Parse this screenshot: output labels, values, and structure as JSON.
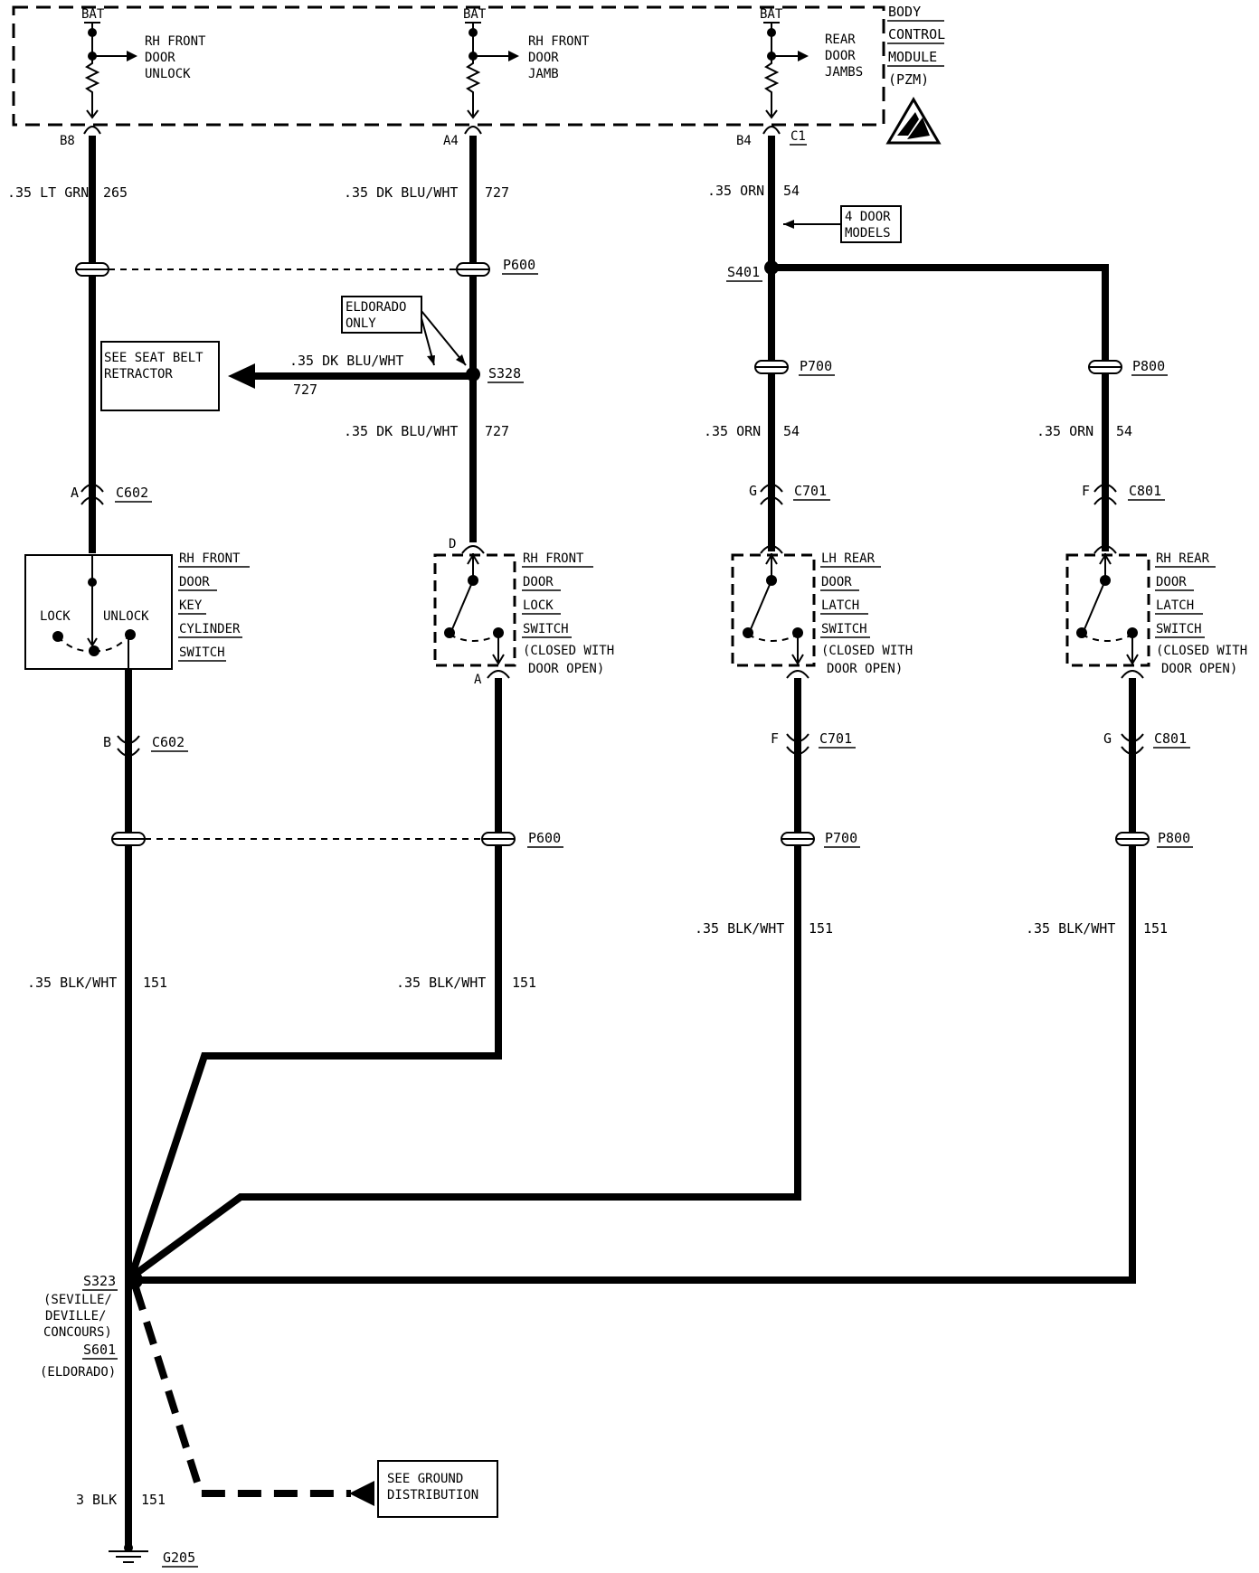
{
  "module": {
    "name_lines": [
      "BODY",
      "CONTROL",
      "MODULE",
      "(PZM)"
    ],
    "bat_label": "BAT",
    "inputs": [
      {
        "lines": [
          "RH FRONT",
          "DOOR",
          "UNLOCK"
        ],
        "pin": "B8"
      },
      {
        "lines": [
          "RH FRONT",
          "DOOR",
          "JAMB"
        ],
        "pin": "A4"
      },
      {
        "lines": [
          "REAR",
          "DOOR",
          "JAMBS"
        ],
        "pin": "B4",
        "connector": "C1"
      }
    ]
  },
  "wires": {
    "w265": {
      "color": ".35 LT GRN",
      "circuit": "265"
    },
    "w727_top": {
      "color": ".35 DK BLU/WHT",
      "circuit": "727"
    },
    "w727_branch": {
      "color": ".35 DK BLU/WHT",
      "circuit": "727"
    },
    "w727_low": {
      "color": ".35 DK BLU/WHT",
      "circuit": "727"
    },
    "w54_top": {
      "color": ".35 ORN",
      "circuit": "54"
    },
    "w54_lh": {
      "color": ".35 ORN",
      "circuit": "54"
    },
    "w54_rh": {
      "color": ".35 ORN",
      "circuit": "54"
    },
    "w151_a": {
      "color": ".35 BLK/WHT",
      "circuit": "151"
    },
    "w151_b": {
      "color": ".35 BLK/WHT",
      "circuit": "151"
    },
    "w151_c": {
      "color": ".35 BLK/WHT",
      "circuit": "151"
    },
    "w151_d": {
      "color": ".35 BLK/WHT",
      "circuit": "151"
    },
    "w151_gnd": {
      "color": "3 BLK",
      "circuit": "151"
    }
  },
  "connectors": {
    "p600": "P600",
    "p700": "P700",
    "p800": "P800",
    "c602": "C602",
    "c701": "C701",
    "c801": "C801",
    "pin_c602_a": "A",
    "pin_c602_b": "B",
    "pin_lock_d": "D",
    "pin_lock_a": "A",
    "pin_c701_g": "G",
    "pin_c701_f": "F",
    "pin_c801_f": "F",
    "pin_c801_g": "G"
  },
  "splices": {
    "s328": "S328",
    "s401": "S401",
    "s323_lines": [
      "S323",
      "(SEVILLE/",
      "DEVILLE/",
      "CONCOURS)",
      "S601",
      "(ELDORADO)"
    ]
  },
  "notes": {
    "four_door": [
      "4 DOOR",
      "MODELS"
    ],
    "eldorado_only": [
      "ELDORADO",
      "ONLY"
    ],
    "seat_belt": [
      "SEE SEAT BELT",
      "RETRACTOR"
    ],
    "ground_dist": [
      "SEE GROUND",
      "DISTRIBUTION"
    ]
  },
  "components": {
    "key_cylinder": {
      "lines": [
        "RH FRONT",
        "DOOR",
        "KEY",
        "CYLINDER",
        "SWITCH"
      ],
      "lock": "LOCK",
      "unlock": "UNLOCK"
    },
    "lock_switch": {
      "lines": [
        "RH FRONT",
        "DOOR",
        "LOCK",
        "SWITCH",
        "(CLOSED WITH",
        "DOOR OPEN)"
      ]
    },
    "lh_rear_latch": {
      "lines": [
        "LH REAR",
        "DOOR",
        "LATCH",
        "SWITCH",
        "(CLOSED WITH",
        "DOOR OPEN)"
      ]
    },
    "rh_rear_latch": {
      "lines": [
        "RH REAR",
        "DOOR",
        "LATCH",
        "SWITCH",
        "(CLOSED WITH",
        "DOOR OPEN)"
      ]
    }
  },
  "ground": "G205",
  "colors": {
    "ink": "#000000",
    "paper": "#ffffff"
  }
}
